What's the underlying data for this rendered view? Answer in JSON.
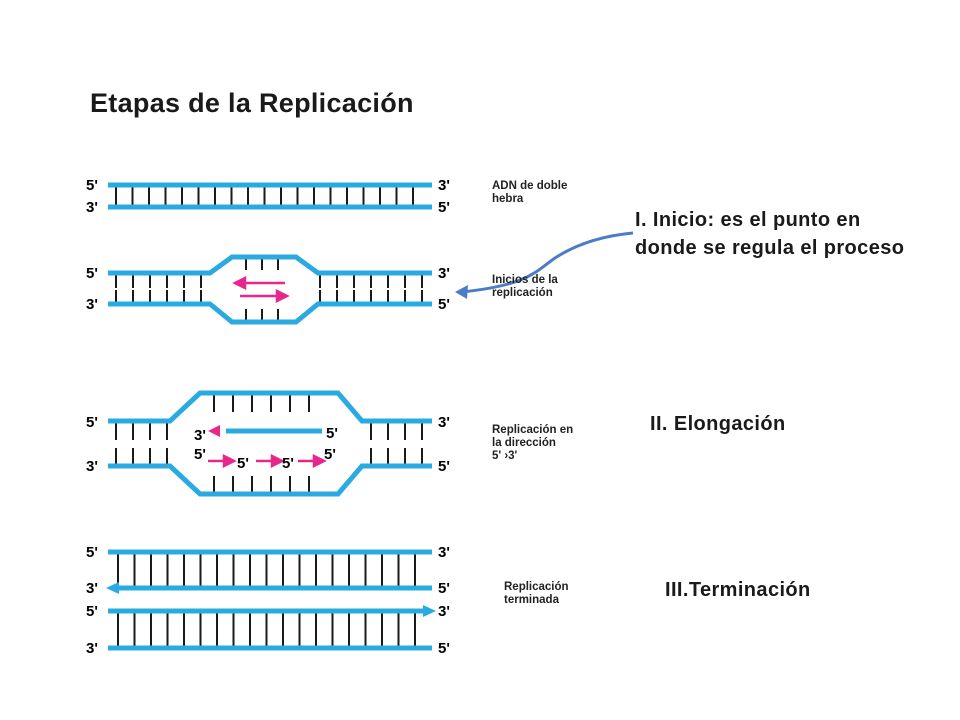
{
  "title": "Etapas de la Replicación",
  "ends": {
    "five": "5'",
    "three": "3'"
  },
  "diagram_labels": {
    "double_strand": [
      "ADN de doble",
      "hebra"
    ],
    "initiation_sites": [
      "Inicios de la",
      "replicación"
    ],
    "replication_direction": [
      "Replicación en",
      "la dirección",
      "5'  ›3'"
    ],
    "replication_done": [
      "Replicación",
      "terminada"
    ]
  },
  "stages": {
    "inicio": [
      "I. Inicio: es el punto en",
      "donde se regula el proceso"
    ],
    "elongacion": "II. Elongación",
    "terminacion": "III.Terminación"
  },
  "colors": {
    "strand": "#29abe2",
    "primer_arrow": "#e6278c",
    "callout_arrow": "#4a7cc8",
    "rungs": "#1a1a1a"
  }
}
